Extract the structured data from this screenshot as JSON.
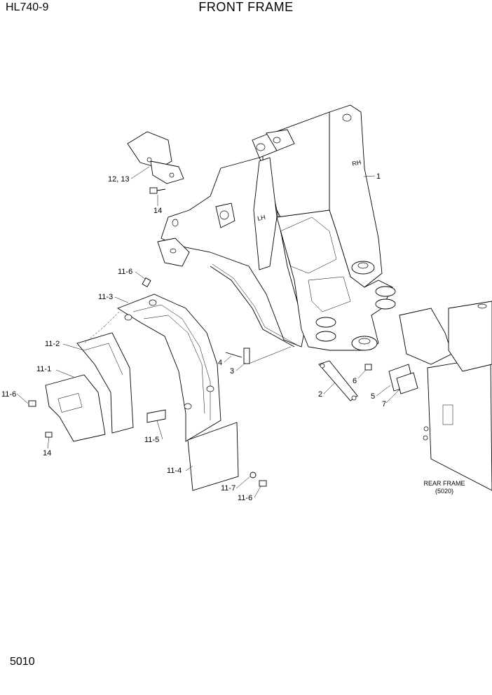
{
  "header": {
    "model": "HL740-9",
    "title": "FRONT FRAME"
  },
  "footer": {
    "page_number": "5010"
  },
  "callouts": {
    "c1": "1",
    "c2": "2",
    "c3": "3",
    "c4": "4",
    "c5": "5",
    "c6": "6",
    "c7": "7",
    "c12_13": "12, 13",
    "c14_top": "14",
    "c14_bottom": "14",
    "c11_1": "11-1",
    "c11_2": "11-2",
    "c11_3": "11-3",
    "c11_4": "11-4",
    "c11_5": "11-5",
    "c11_6_top": "11-6",
    "c11_6_left": "11-6",
    "c11_6_bottom": "11-6",
    "c11_7": "11-7"
  },
  "frame_marks": {
    "rh": "RH",
    "lh": "LH"
  },
  "rear_frame_ref": {
    "label": "REAR FRAME",
    "ref": "(5020)"
  }
}
